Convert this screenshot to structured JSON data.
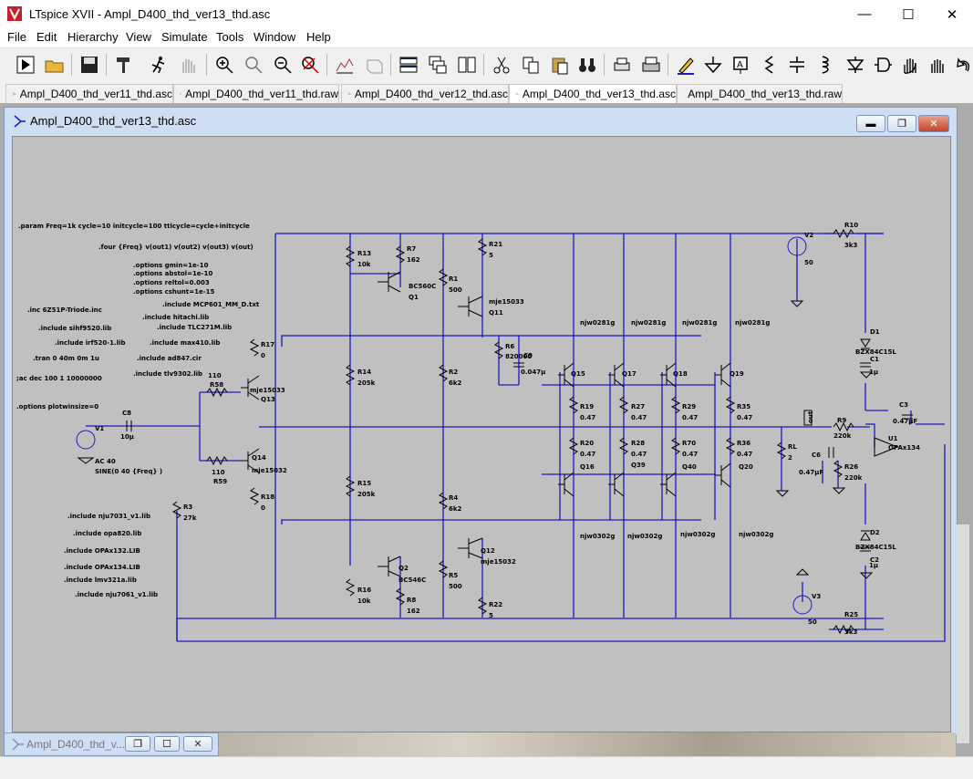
{
  "window": {
    "title": "LTspice XVII - Ampl_D400_thd_ver13_thd.asc"
  },
  "menu": [
    "File",
    "Edit",
    "Hierarchy",
    "View",
    "Simulate",
    "Tools",
    "Window",
    "Help"
  ],
  "tabs": [
    {
      "label": "Ampl_D400_thd_ver11_thd.asc",
      "kind": "schematic"
    },
    {
      "label": "Ampl_D400_thd_ver11_thd.raw",
      "kind": "waveform"
    },
    {
      "label": "Ampl_D400_thd_ver12_thd.asc",
      "kind": "schematic"
    },
    {
      "label": "Ampl_D400_thd_ver13_thd.asc",
      "kind": "schematic",
      "active": true
    },
    {
      "label": "Ampl_D400_thd_ver13_thd.raw",
      "kind": "waveform"
    }
  ],
  "child": {
    "title": "Ampl_D400_thd_ver13_thd.asc"
  },
  "minimized": {
    "title": "Ampl_D400_thd_v..."
  },
  "directives": [
    ".param Freq=1k cycle=10 initcycle=100 ttlcycle=cycle+initcycle",
    ".four {Freq}  v(out1) v(out2) v(out3) v(out)",
    ".options gmin=1e-10",
    ".options abstol=1e-10",
    ".options reltol=0.003",
    ".options cshunt=1e-15",
    ".include MCP601_MM_D.txt",
    ".include hitachi.lib",
    ".include TLC271M.lib",
    ".include max410.lib",
    ".include ad847.cir",
    ".include tlv9302.lib",
    ".inc 6Z51P-Triode.inc",
    ".include sihf9520.lib",
    ".include irf520-1.lib",
    ".tran 0 40m 0m 1u",
    ";ac dec 100 1 10000000",
    ".options plotwinsize=0",
    ".include nju7031_v1.lib",
    ".include opa820.lib",
    ".include OPAx132.LIB",
    ".include OPAx134.LIB",
    ".include lmv321a.lib",
    ".include nju7061_v1.lib"
  ],
  "labels": {
    "R13": "R13",
    "R13v": "10k",
    "R7": "R7",
    "R7v": "162",
    "R21": "R21",
    "R21v": "5",
    "R1": "R1",
    "R1v": "500",
    "Q1": "Q1",
    "Q1m": "BC560C",
    "Q11": "Q11",
    "Q11m": "mje15033",
    "R6": "R6",
    "R6v": "820000",
    "C9": "C9",
    "C9v": "0.047µ",
    "R17": "R17",
    "R17v": "0",
    "R14": "R14",
    "R14v": "205k",
    "R2": "R2",
    "R2v": "6k2",
    "R58": "R58",
    "R58v": "110",
    "Q13": "Q13",
    "Q13m": "mje15033",
    "C8": "C8",
    "C8v": "10µ",
    "V1": "V1",
    "V1a": "AC 40",
    "V1b": "SINE(0 40 {Freq}  )",
    "Q14": "Q14",
    "Q14m": "mje15032",
    "R59": "R59",
    "R59v": "110",
    "R18": "R18",
    "R18v": "0",
    "R3": "R3",
    "R3v": "27k",
    "R15": "R15",
    "R15v": "205k",
    "R4": "R4",
    "R4v": "6k2",
    "Q2": "Q2",
    "Q2m": "BC546C",
    "Q12": "Q12",
    "Q12m": "mje15032",
    "R16": "R16",
    "R16v": "10k",
    "R8": "R8",
    "R8v": "162",
    "R5": "R5",
    "R5v": "500",
    "R22": "R22",
    "R22v": "5",
    "njw1": "njw0281g",
    "njw2": "njw0281g",
    "njw3": "njw0281g",
    "njw4": "njw0281g",
    "Q15": "Q15",
    "Q17": "Q17",
    "Q18": "Q18",
    "Q19": "Q19",
    "R19": "R19",
    "R19v": "0.47",
    "R27": "R27",
    "R27v": "0.47",
    "R29": "R29",
    "R29v": "0.47",
    "R35": "R35",
    "R35v": "0.47",
    "R20": "R20",
    "R20v": "0.47",
    "R28": "R28",
    "R28v": "0.47",
    "R70": "R70",
    "R70v": "0.47",
    "R36": "R36",
    "R36v": "0.47",
    "Q16": "Q16",
    "Q39": "Q39",
    "Q40": "Q40",
    "Q20": "Q20",
    "njn1": "njw0302g",
    "njn2": "njw0302g",
    "njn3": "njw0302g",
    "njn4": "njw0302g",
    "RL": "RL",
    "RLv": "2",
    "V2": "V2",
    "V2v": "50",
    "V3": "V3",
    "V3v": "50",
    "R10": "R10",
    "R10v": "3k3",
    "R25": "R25",
    "R25v": "3k3",
    "D1": "D1",
    "D1m": "BZX84C15L",
    "D2": "D2",
    "D2m": "BZX84C15L",
    "C1": "C1",
    "C1v": "1µ",
    "C2": "C2",
    "C2v": "1µ",
    "C3": "C3",
    "C3v": "0.47µF",
    "R9": "R9",
    "R9v": "220k",
    "U1": "U1",
    "U1m": "OPAx134",
    "C6": "C6",
    "C6v": "0.47µF",
    "R26": "R26",
    "R26v": "220k",
    "out": "out"
  }
}
